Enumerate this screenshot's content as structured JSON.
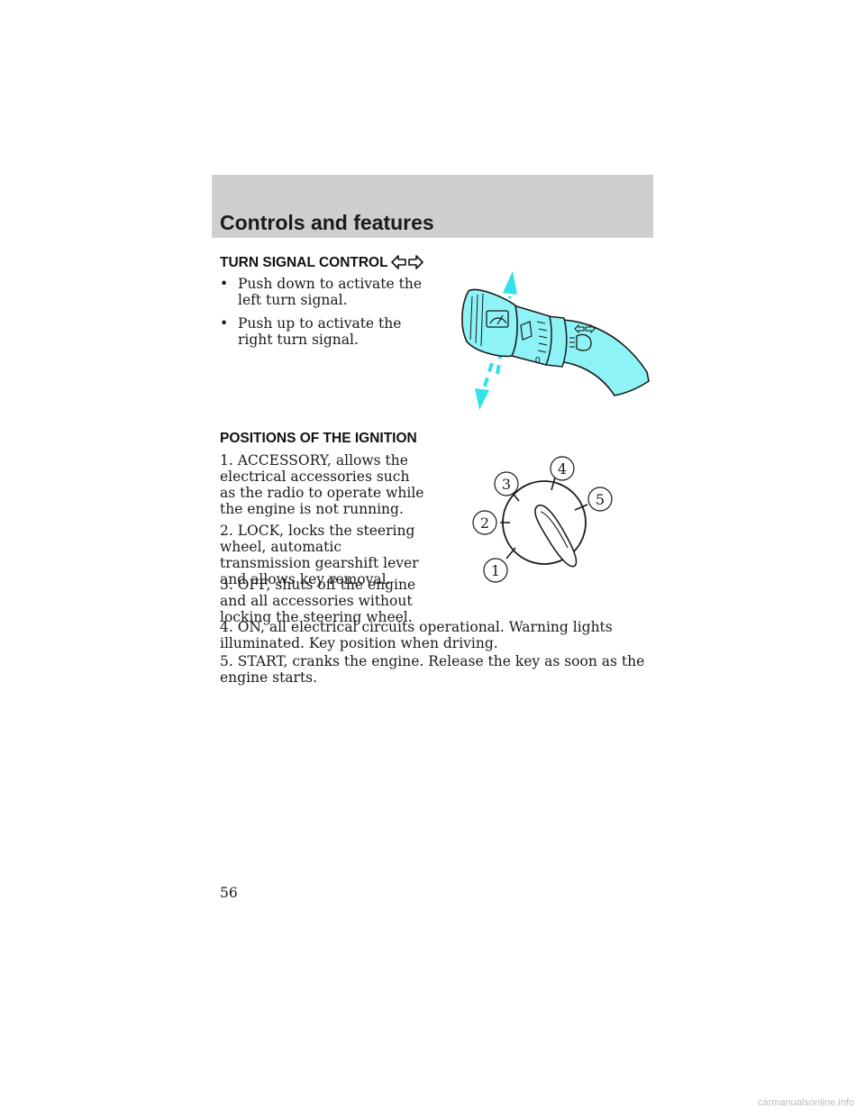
{
  "header": {
    "title": "Controls and features"
  },
  "turn_signal": {
    "heading": "TURN SIGNAL CONTROL",
    "bullet_symbol": "•",
    "bullets": [
      "Push down to activate the left turn signal.",
      "Push up to activate the right turn signal."
    ],
    "icon": "turn-signal-arrows-icon",
    "illustration": "turn-signal-stalk-illustration"
  },
  "ignition": {
    "heading": "POSITIONS OF THE IGNITION",
    "items": [
      "1. ACCESSORY, allows the electrical accessories such as the radio to operate while the engine is not running.",
      "2. LOCK, locks the steering wheel, automatic transmission gearshift lever and allows key removal.",
      "3. OFF, shuts off the engine and all accessories without locking the steering wheel.",
      "4. ON, all electrical circuits operational. Warning lights illuminated. Key position when driving.",
      "5. START, cranks the engine. Release the key as soon as the engine starts."
    ],
    "diagram_labels": [
      "1",
      "2",
      "3",
      "4",
      "5"
    ],
    "illustration": "ignition-switch-diagram"
  },
  "page_number": "56",
  "watermark": "carmanualsonline.info",
  "colors": {
    "header_band": "#cfcfcf",
    "stalk_fill": "#8ef3f6",
    "arrow": "#2fe3e9"
  }
}
